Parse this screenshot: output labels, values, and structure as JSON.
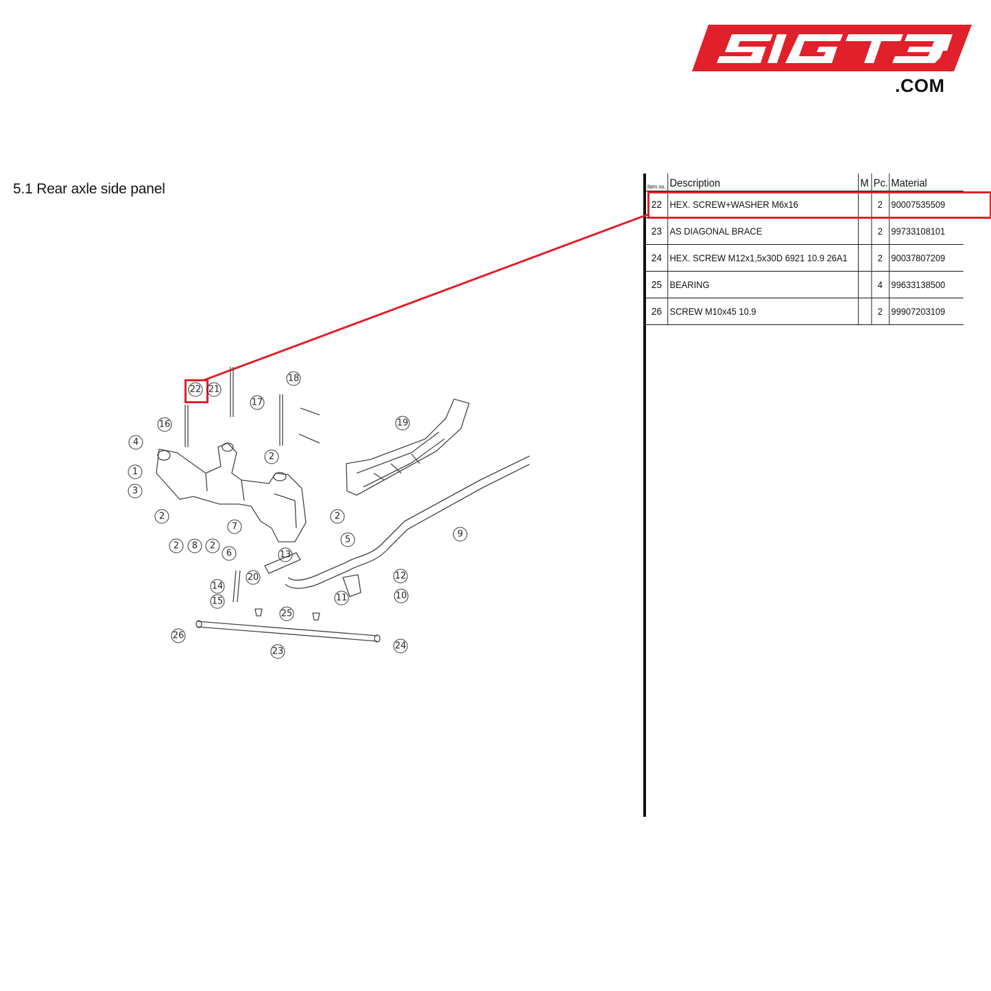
{
  "logo": {
    "text": "5IGT3",
    "domain": ".COM",
    "color": "#e0202a"
  },
  "section_title": "5.1  Rear axle side panel",
  "table": {
    "headers": {
      "item": "Item no.",
      "description": "Description",
      "m": "M",
      "pc": "Pc.",
      "material": "Material"
    },
    "rows": [
      {
        "item": "22",
        "description": "HEX. SCREW+WASHER M6x16",
        "m": "",
        "pc": "2",
        "material": "90007535509"
      },
      {
        "item": "23",
        "description": "AS DIAGONAL BRACE",
        "m": "",
        "pc": "2",
        "material": "99733108101"
      },
      {
        "item": "24",
        "description": "HEX. SCREW M12x1,5x30D 6921 10.9 26A1",
        "m": "",
        "pc": "2",
        "material": "90037807209"
      },
      {
        "item": "25",
        "description": "BEARING",
        "m": "",
        "pc": "4",
        "material": "99633138500"
      },
      {
        "item": "26",
        "description": "SCREW M10x45 10.9",
        "m": "",
        "pc": "2",
        "material": "99907203109"
      }
    ],
    "highlighted_item": "22"
  },
  "diagram": {
    "highlight_color": "#e0202a",
    "callouts": [
      "22",
      "21",
      "17",
      "18",
      "16",
      "4",
      "1",
      "3",
      "2",
      "2",
      "2",
      "8",
      "2",
      "6",
      "7",
      "2",
      "5",
      "13",
      "19",
      "9",
      "12",
      "10",
      "11",
      "14",
      "15",
      "20",
      "25",
      "26",
      "23",
      "24"
    ]
  }
}
